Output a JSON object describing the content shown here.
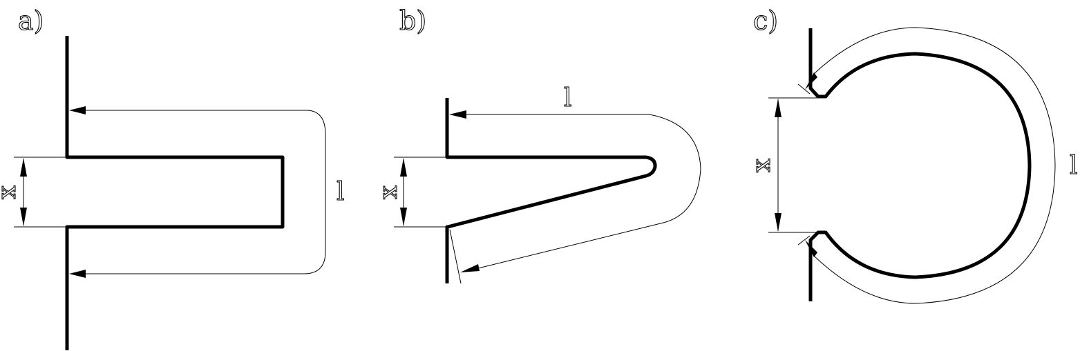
{
  "figure": {
    "panels": [
      {
        "id": "a",
        "label": "a)",
        "gap_label": "x",
        "length_label": "l",
        "shape": "rectangular-slot"
      },
      {
        "id": "b",
        "label": "b)",
        "gap_label": "x",
        "length_label": "l",
        "shape": "tapered-slot"
      },
      {
        "id": "c",
        "label": "c)",
        "gap_label": "x",
        "length_label": "l",
        "shape": "circular-cavity"
      }
    ]
  },
  "colors": {
    "stroke": "#000000",
    "background": "#ffffff"
  }
}
